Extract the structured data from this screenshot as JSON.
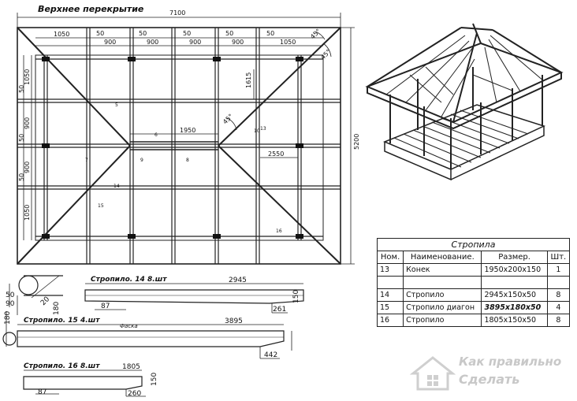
{
  "plan": {
    "title": "Верхнее перекрытие",
    "total_width": "7100",
    "total_height": "5200",
    "top_dims": [
      "1050",
      "50",
      "900",
      "50",
      "900",
      "50",
      "900",
      "50",
      "900",
      "50",
      "1050"
    ],
    "left_dims": [
      "1050",
      "50",
      "900",
      "50",
      "900",
      "50",
      "1050"
    ],
    "center_dim": "1950",
    "diag_dim": "2550",
    "vert_dim": "1615",
    "angle_1": "45°",
    "angle_2": "45°",
    "angle_3": "45°",
    "marks": [
      "5",
      "6",
      "7",
      "8",
      "9",
      "10",
      "13",
      "14",
      "15",
      "16"
    ]
  },
  "rafters": [
    {
      "label": "Стропило. 14 8.шт",
      "length": "2945",
      "cut_left": "87",
      "cut_right": "261"
    },
    {
      "label": "Стропило. 15 4.шт",
      "length": "3895",
      "note": "Фаска",
      "cut_right": "442"
    },
    {
      "label": "Стропило. 16 8.шт",
      "length": "1805",
      "cut_left": "87",
      "cut_right": "260"
    }
  ],
  "section_dims": {
    "d50": "50",
    "d90": "90",
    "d20": "20",
    "d180a": "180",
    "d180b": "180",
    "d150a": "150",
    "d150b": "150"
  },
  "table": {
    "caption": "Стропила",
    "headers": [
      "Ном.",
      "Наименование.",
      "Размер.",
      "Шт."
    ],
    "rows": [
      [
        "13",
        "Конек",
        "1950х200х150",
        "1"
      ],
      [
        "14",
        "Стропило",
        "2945х150х50",
        "8"
      ],
      [
        "15",
        "Стропило диагон",
        "3895х180х50",
        "4"
      ],
      [
        "16",
        "Стропило",
        "1805х150х50",
        "8"
      ]
    ]
  },
  "watermark": {
    "line1": "Как правильно",
    "line2": "Сделать"
  }
}
